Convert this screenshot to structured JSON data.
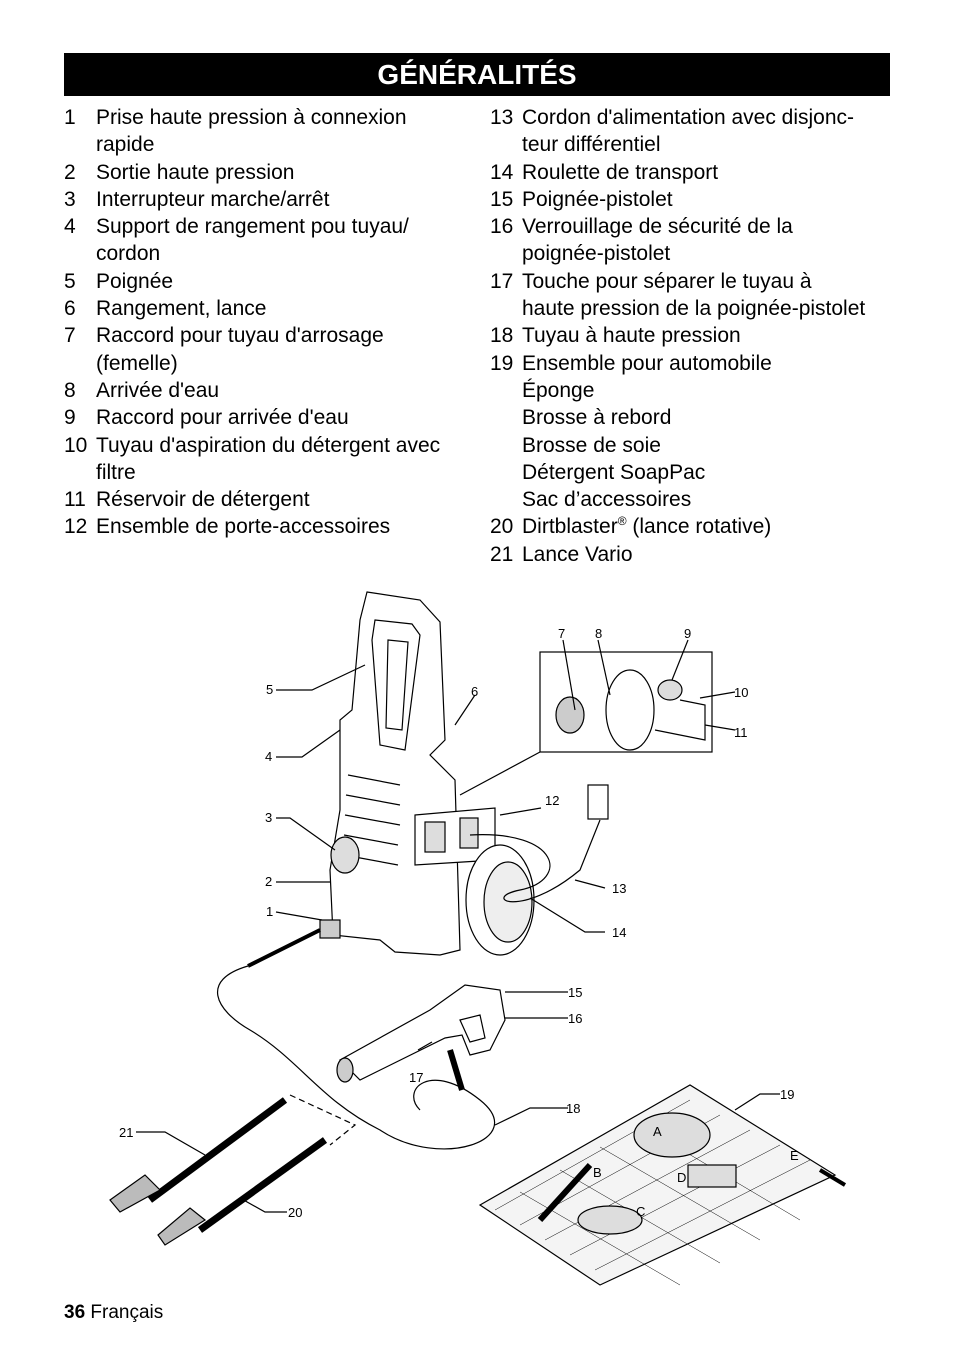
{
  "header": {
    "title": "GÉNÉRALITÉS"
  },
  "left_items": [
    {
      "num": "1",
      "lines": [
        "Prise haute pression à connexion",
        "rapide"
      ]
    },
    {
      "num": "2",
      "lines": [
        "Sortie haute pression"
      ]
    },
    {
      "num": "3",
      "lines": [
        "Interrupteur marche/arrêt"
      ]
    },
    {
      "num": "4",
      "lines": [
        "Support de rangement pou tuyau/",
        "cordon"
      ]
    },
    {
      "num": "5",
      "lines": [
        "Poignée"
      ]
    },
    {
      "num": "6",
      "lines": [
        "Rangement, lance"
      ]
    },
    {
      "num": "7",
      "lines": [
        "Raccord pour tuyau d'arrosage",
        "(femelle)"
      ]
    },
    {
      "num": "8",
      "lines": [
        "Arrivée d'eau"
      ]
    },
    {
      "num": "9",
      "lines": [
        "Raccord pour arrivée d'eau"
      ]
    },
    {
      "num": "10",
      "lines": [
        "Tuyau d'aspiration du détergent avec",
        "filtre"
      ]
    },
    {
      "num": "11",
      "lines": [
        "Réservoir de détergent"
      ]
    },
    {
      "num": "12",
      "lines": [
        "Ensemble de porte-accessoires"
      ]
    }
  ],
  "right_items": [
    {
      "num": "13",
      "lines": [
        "Cordon d'alimentation avec disjonc-",
        "teur différentiel"
      ]
    },
    {
      "num": "14",
      "lines": [
        "Roulette de transport"
      ]
    },
    {
      "num": "15",
      "lines": [
        "Poignée-pistolet"
      ]
    },
    {
      "num": "16",
      "lines": [
        "Verrouillage de sécurité de la",
        "poignée-pistolet"
      ]
    },
    {
      "num": "17",
      "lines": [
        "Touche pour séparer le tuyau à",
        "haute pression de la poignée-pistolet"
      ]
    },
    {
      "num": "18",
      "lines": [
        "Tuyau à haute pression"
      ]
    },
    {
      "num": "19",
      "lines": [
        "Ensemble pour automobile"
      ]
    }
  ],
  "item19_sub": [
    "Éponge",
    "Brosse à rebord",
    "Brosse de soie",
    "Détergent SoapPac",
    "Sac d’accessoires"
  ],
  "item20": {
    "num": "20",
    "text_before": "Dirtblaster",
    "sup": "®",
    "text_after": " (lance rotative)"
  },
  "item21": {
    "num": "21",
    "lines": [
      "Lance Vario"
    ]
  },
  "figure": {
    "callouts": [
      "1",
      "2",
      "3",
      "4",
      "5",
      "6",
      "7",
      "8",
      "9",
      "10",
      "11",
      "12",
      "13",
      "14",
      "15",
      "16",
      "17",
      "18",
      "19",
      "20",
      "21"
    ],
    "accessory_letters": [
      "A",
      "B",
      "C",
      "D",
      "E"
    ]
  },
  "footer": {
    "page": "36",
    "language": "Français"
  }
}
